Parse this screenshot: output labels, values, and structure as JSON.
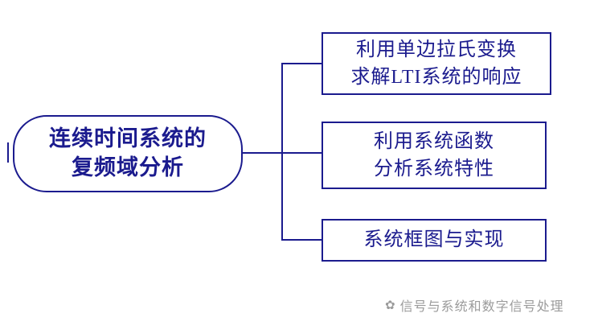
{
  "diagram": {
    "root": {
      "lines": [
        "连续时间系统的",
        "复频域分析"
      ]
    },
    "branches": [
      {
        "lines": [
          "利用单边拉氏变换",
          "求解LTI系统的响应"
        ]
      },
      {
        "lines": [
          "利用系统函数",
          "分析系统特性"
        ]
      },
      {
        "lines": [
          "系统框图与实现"
        ]
      }
    ],
    "colors": {
      "line": "#1b1b8e",
      "node_border": "#1b1b8e",
      "node_text": "#1b1b8e",
      "background": "#ffffff"
    }
  },
  "watermark": {
    "icon_glyph": "✿",
    "text": "信号与系统和数字信号处理",
    "color": "#9b9b9b"
  }
}
